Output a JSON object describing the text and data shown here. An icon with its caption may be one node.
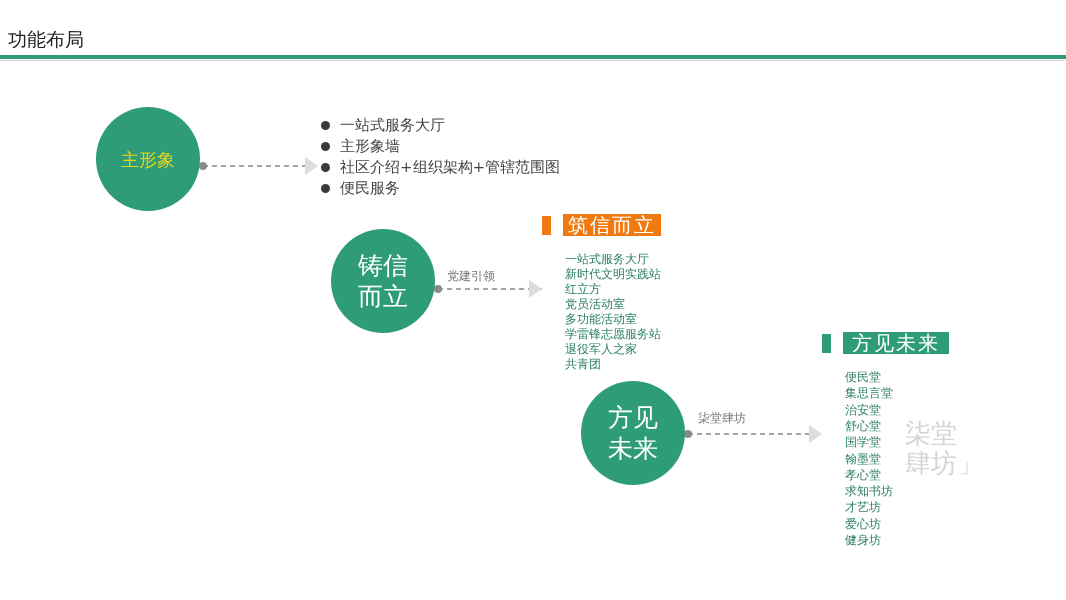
{
  "diagram": {
    "title": "功能布局",
    "nodes": [
      {
        "text": [
          "主形象"
        ]
      },
      {
        "text": [
          "一站式服务大厅",
          "主形象墙",
          "社区介绍+组织架构+管辖范围图",
          "便民服务"
        ]
      },
      {
        "text": [
          "铸信而立"
        ]
      },
      {
        "text": [
          "筑信而立",
          "一站式服务大厅",
          "新时代文明实践站",
          "红立方",
          "党员活动室",
          "多功能活动室",
          "学雷锋志愿服务站",
          "退役军人之家",
          "共青团"
        ]
      },
      {
        "text": [
          "方见未来"
        ]
      },
      {
        "text": [
          "方见未来",
          "便民堂",
          "集思言堂",
          "治安堂",
          "舒心堂",
          "国学堂",
          "翰墨堂",
          "孝心堂",
          "求知书坊",
          "才艺坊",
          "爱心坊",
          "健身坊"
        ]
      }
    ],
    "edges": [
      {
        "from": 0,
        "to": 1,
        "arrow": "to"
      },
      {
        "from": 2,
        "to": 3,
        "arrow": "to",
        "label": "党建引领"
      },
      {
        "from": 4,
        "to": 5,
        "arrow": "to",
        "label": "柒堂肆坊"
      }
    ],
    "labels": [
      "柒堂肆坊」"
    ]
  }
}
